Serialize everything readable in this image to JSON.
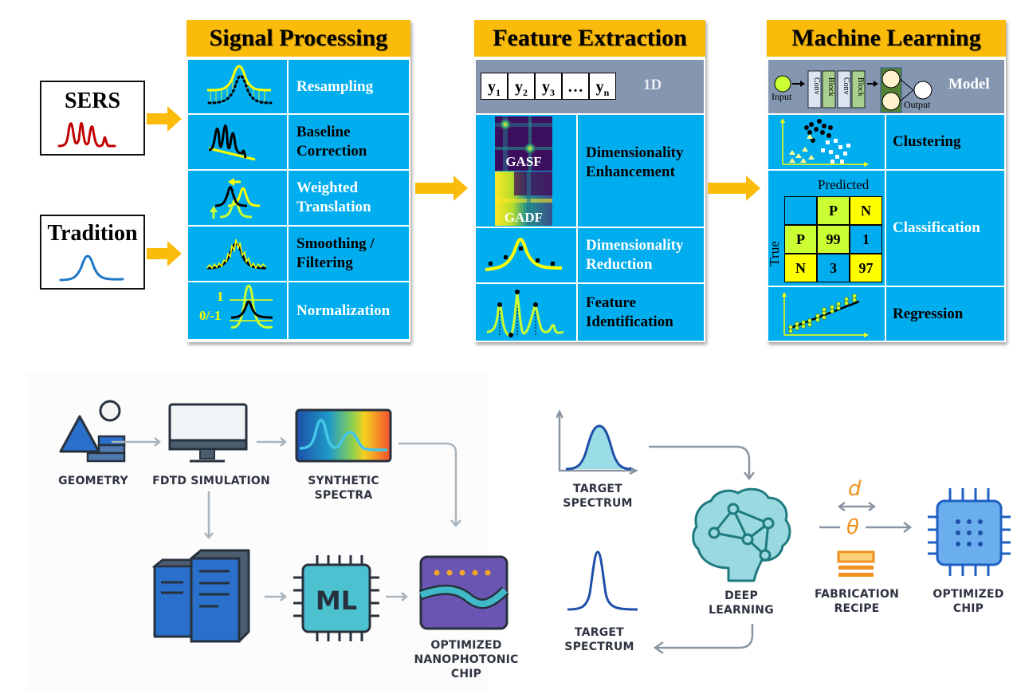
{
  "inputs": {
    "sers": {
      "label": "SERS",
      "color": "#c00000"
    },
    "tradition": {
      "label": "Tradition",
      "color": "#1f77c8"
    }
  },
  "colors": {
    "panel_title_bg": "#fbbb0b",
    "cell_blue": "#00aeef",
    "cell_gray": "#8496b0",
    "arrow_orange": "#fbbb0b",
    "curve_yellow": "#ffff00",
    "curve_green": "#ccff33"
  },
  "signal_processing": {
    "title": "Signal Processing",
    "steps": [
      {
        "label_line1": "Resampling",
        "label_line2": "",
        "text_color": "white"
      },
      {
        "label_line1": "Baseline",
        "label_line2": "Correction",
        "text_color": "black"
      },
      {
        "label_line1": "Weighted",
        "label_line2": "Translation",
        "text_color": "white"
      },
      {
        "label_line1": "Smoothing /",
        "label_line2": "Filtering",
        "text_color": "black"
      },
      {
        "label_line1": "Normalization",
        "label_line2": "",
        "text_color": "white"
      }
    ],
    "norm_axis_labels": {
      "top": "1",
      "bottom": "0/-1"
    }
  },
  "feature_extraction": {
    "title": "Feature Extraction",
    "vector": {
      "cells": [
        {
          "base": "y",
          "sub": "1"
        },
        {
          "base": "y",
          "sub": "2"
        },
        {
          "base": "y",
          "sub": "3"
        },
        {
          "base": "…",
          "sub": ""
        },
        {
          "base": "y",
          "sub": "n"
        }
      ],
      "label": "1D"
    },
    "images": {
      "top": "GASF",
      "bottom": "GADF"
    },
    "steps": [
      {
        "label_line1": "Dimensionality",
        "label_line2": "Enhancement",
        "text_color": "black"
      },
      {
        "label_line1": "Dimensionality",
        "label_line2": "Reduction",
        "text_color": "white"
      },
      {
        "label_line1": "Feature",
        "label_line2": "Identification",
        "text_color": "black"
      }
    ]
  },
  "machine_learning": {
    "title": "Machine Learning",
    "model": {
      "input_label": "Input",
      "blocks": [
        "Conv",
        "Block",
        "Conv",
        "Block"
      ],
      "output_label": "Output",
      "label": "Model"
    },
    "confusion_matrix": {
      "predicted_label": "Predicted",
      "true_label": "True",
      "col_headers": [
        "P",
        "N"
      ],
      "row_headers": [
        "P",
        "N"
      ],
      "values": [
        [
          99,
          1
        ],
        [
          3,
          97
        ]
      ]
    },
    "steps": [
      {
        "label_line1": "Clustering",
        "text_color": "black"
      },
      {
        "label_line1": "Classification",
        "text_color": "white"
      },
      {
        "label_line1": "Regression",
        "text_color": "black"
      }
    ]
  },
  "bottom_left_flow": {
    "geometry": "GEOMETRY",
    "fdtd": "FDTD SIMULATION",
    "synthetic_line1": "SYNTHETIC",
    "synthetic_line2": "SPECTRA",
    "ml_chip": "ML",
    "optimized_line1": "OPTIMIZED",
    "optimized_line2": "NANOPHOTONIC",
    "optimized_line3": "CHIP"
  },
  "bottom_right_flow": {
    "target_top_line1": "TARGET",
    "target_top_line2": "SPECTRUM",
    "target_bottom_line1": "TARGET",
    "target_bottom_line2": "SPECTRUM",
    "deep_line1": "DEEP",
    "deep_line2": "LEARNING",
    "param_d": "d",
    "param_theta": "θ",
    "fab_line1": "FABRICATION",
    "fab_line2": "RECIPE",
    "chip_line1": "OPTIMIZED",
    "chip_line2": "CHIP"
  }
}
